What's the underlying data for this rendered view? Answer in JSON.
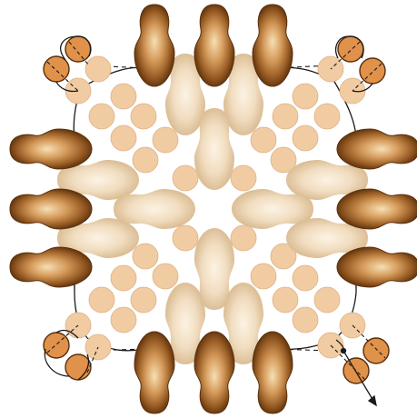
{
  "colors": {
    "background": "#ffffff",
    "dark_bead_edge": "#6a3a10",
    "dark_bead_mid": "#b5773a",
    "dark_bead_light": "#f7dfb5",
    "pale_bead_edge": "#e3c59c",
    "pale_bead_mid": "#efd7b6",
    "pale_bead_light": "#fcf3e4",
    "seed_bead_fill": "#f1cba2",
    "seed_bead_edge": "#d9ae80",
    "orange_bead_fill": "#e0914a",
    "orange_bead_edge": "#5a2e0a",
    "thread": "#1a1a1a"
  },
  "components": [
    "dark-dagger-bead",
    "pale-dagger-bead",
    "seed-bead",
    "orange-round-bead",
    "thread-path",
    "dashed-thread-path",
    "thread-end-arrow"
  ]
}
